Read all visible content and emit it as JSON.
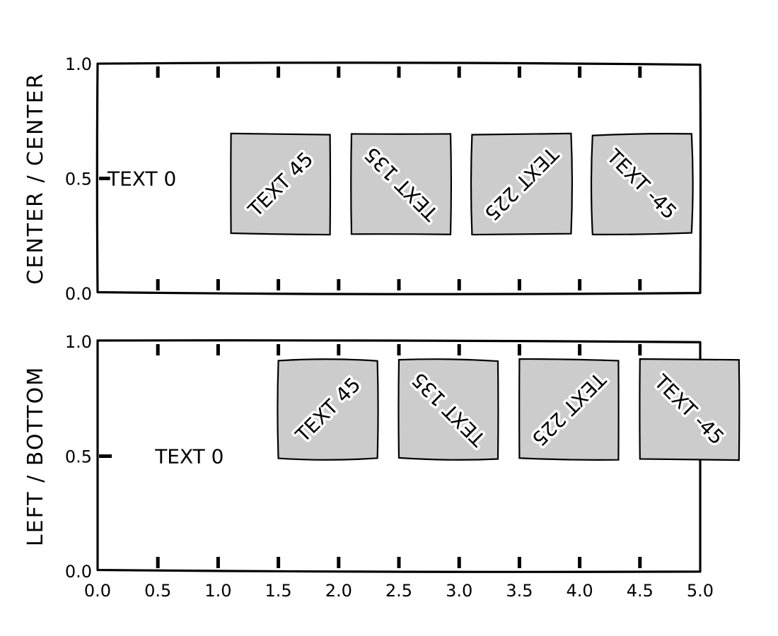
{
  "chart_data": [
    {
      "type": "annotation",
      "ylabel": "CENTER / CENTER",
      "alignment": "center",
      "xlim": [
        0.0,
        5.0
      ],
      "ylim": [
        0.0,
        1.0
      ],
      "xticks": [
        "0.0",
        "0.5",
        "1.0",
        "1.5",
        "2.0",
        "2.5",
        "3.0",
        "3.5",
        "4.0",
        "4.5",
        "5.0"
      ],
      "yticks": [
        "0.0",
        "0.5",
        "1.0"
      ],
      "show_xticklabels": false,
      "box_color": "#cccccc",
      "annotations": [
        {
          "text": "TEXT 0",
          "x": 0.0,
          "y": 0.5,
          "rotation": 0,
          "boxed": false
        },
        {
          "text": "TEXT 45",
          "x": 1.5,
          "y": 0.5,
          "rotation": 45,
          "boxed": true
        },
        {
          "text": "TEXT 135",
          "x": 2.5,
          "y": 0.5,
          "rotation": 135,
          "boxed": true
        },
        {
          "text": "TEXT 225",
          "x": 3.5,
          "y": 0.5,
          "rotation": 225,
          "boxed": true
        },
        {
          "text": "TEXT -45",
          "x": 4.5,
          "y": 0.5,
          "rotation": -45,
          "boxed": true
        }
      ]
    },
    {
      "type": "annotation",
      "ylabel": "LEFT / BOTTOM",
      "alignment": "left-bottom",
      "xlim": [
        0.0,
        5.0
      ],
      "ylim": [
        0.0,
        1.0
      ],
      "xticks": [
        "0.0",
        "0.5",
        "1.0",
        "1.5",
        "2.0",
        "2.5",
        "3.0",
        "3.5",
        "4.0",
        "4.5",
        "5.0"
      ],
      "yticks": [
        "0.0",
        "0.5",
        "1.0"
      ],
      "show_xticklabels": true,
      "box_color": "#cccccc",
      "annotations": [
        {
          "text": "TEXT 0",
          "x": 0.5,
          "y": 0.5,
          "rotation": 0,
          "boxed": false
        },
        {
          "text": "TEXT 45",
          "x": 1.5,
          "y": 0.5,
          "rotation": 45,
          "boxed": true
        },
        {
          "text": "TEXT 135",
          "x": 2.5,
          "y": 0.5,
          "rotation": 135,
          "boxed": true
        },
        {
          "text": "TEXT 225",
          "x": 3.5,
          "y": 0.5,
          "rotation": 225,
          "boxed": true
        },
        {
          "text": "TEXT -45",
          "x": 4.5,
          "y": 0.5,
          "rotation": -45,
          "boxed": true
        }
      ]
    }
  ]
}
